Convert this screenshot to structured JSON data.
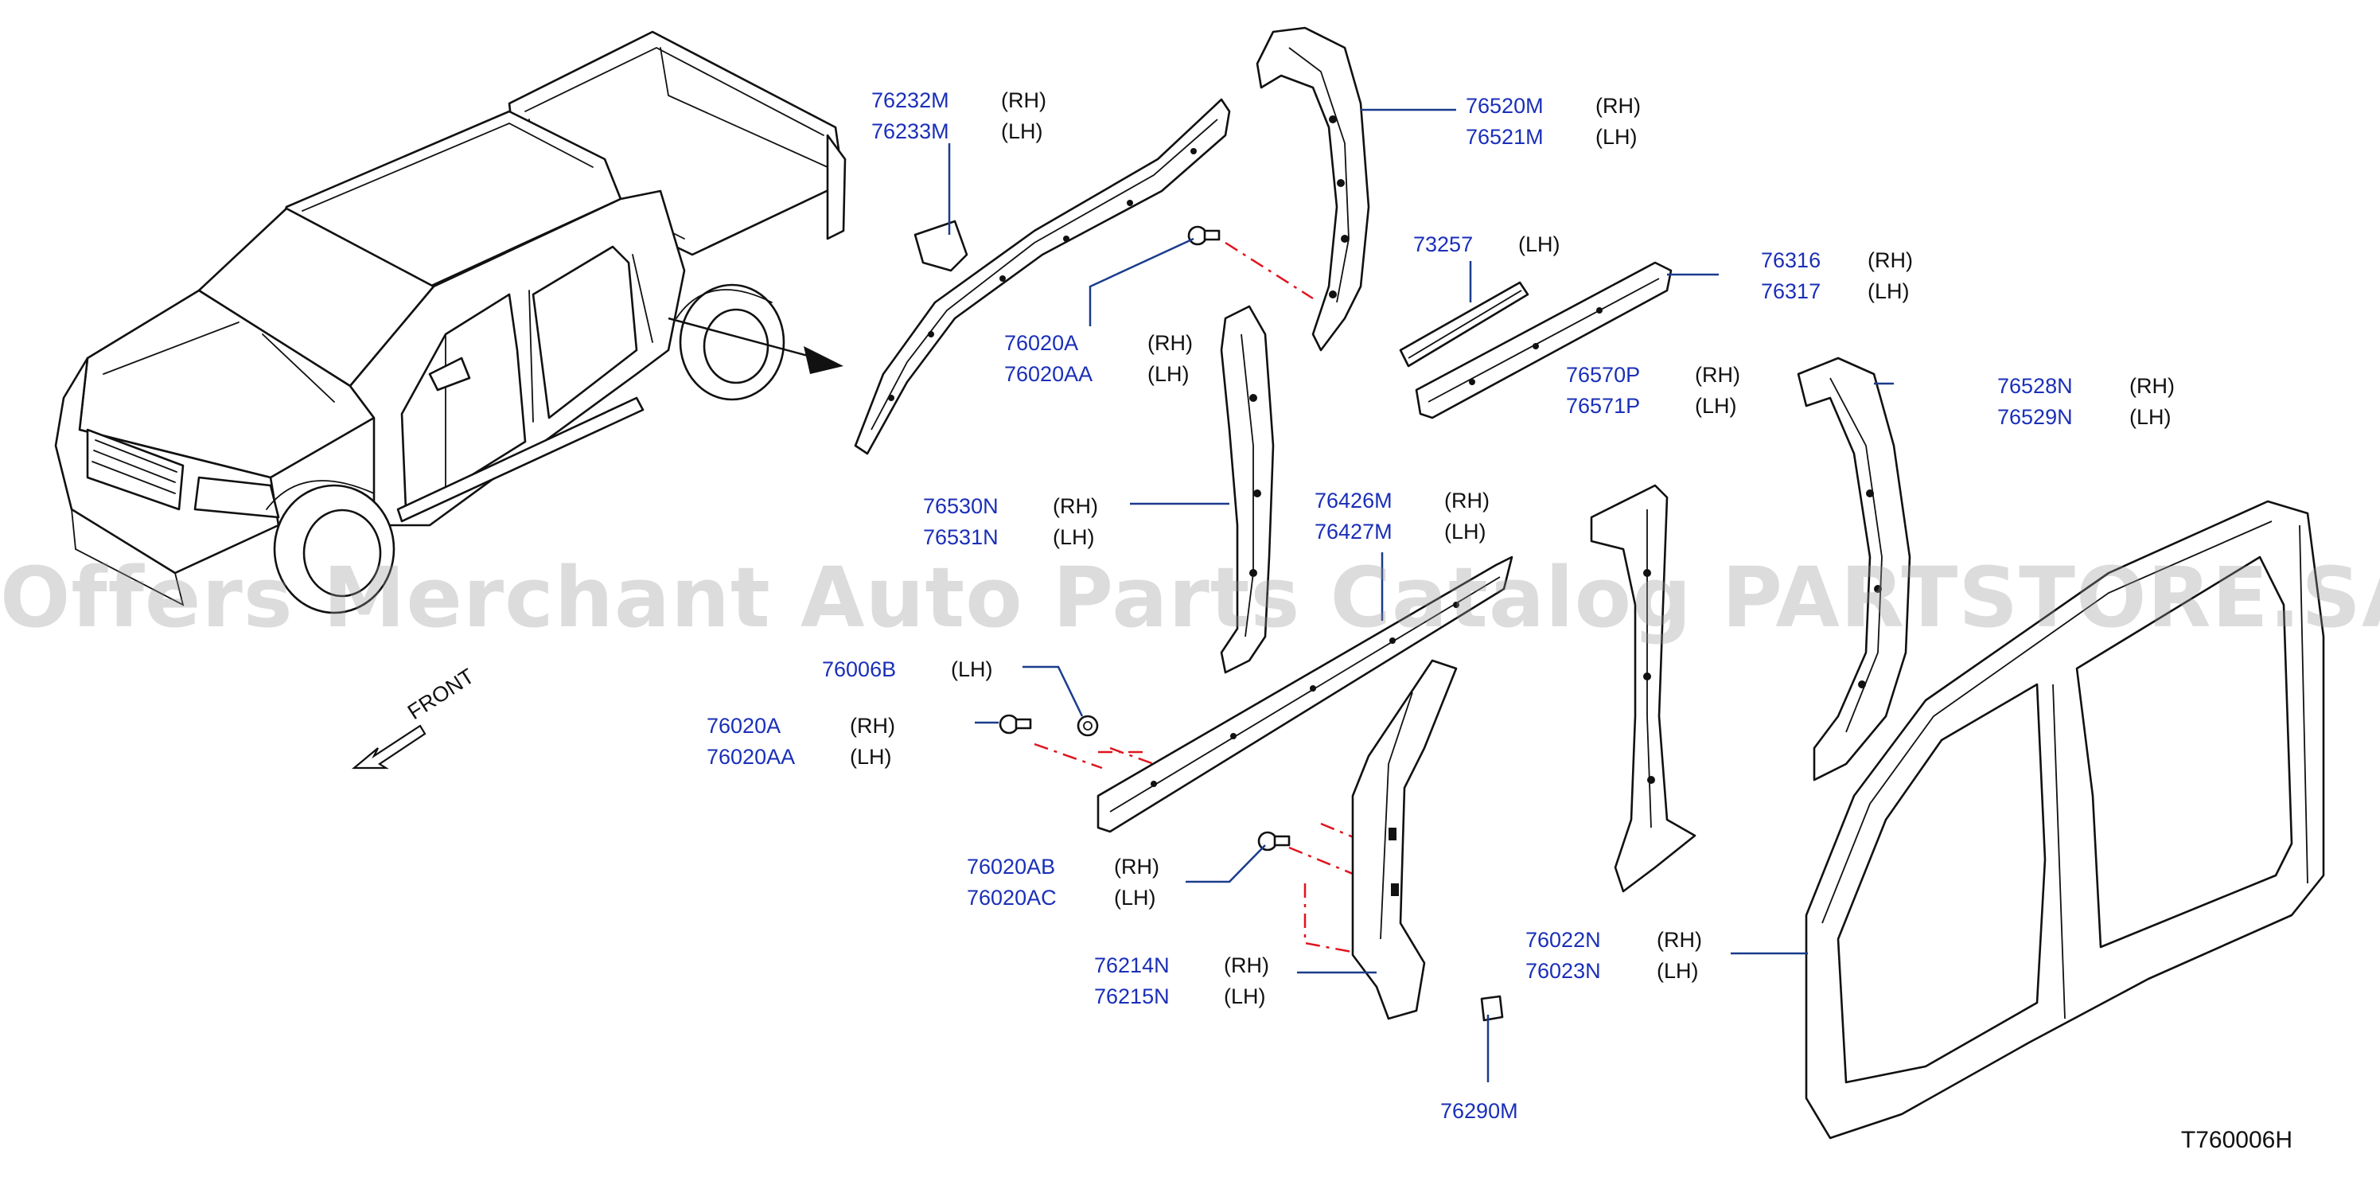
{
  "watermark": "Offers Merchant Auto Parts Catalog PARTSTORE.SA",
  "diagram_ref": "T760006H",
  "front_label": "FRONT",
  "callouts": [
    {
      "id": "c1",
      "num": [
        "76232M",
        "76233M"
      ],
      "side": [
        "(RH)",
        "(LH)"
      ]
    },
    {
      "id": "c2",
      "num": [
        "76520M",
        "76521M"
      ],
      "side": [
        "(RH)",
        "(LH)"
      ]
    },
    {
      "id": "c3",
      "num": [
        "73257"
      ],
      "side": [
        "(LH)"
      ]
    },
    {
      "id": "c4",
      "num": [
        "76316",
        "76317"
      ],
      "side": [
        "(RH)",
        "(LH)"
      ]
    },
    {
      "id": "c5",
      "num": [
        "76020A",
        "76020AA"
      ],
      "side": [
        "(RH)",
        "(LH)"
      ]
    },
    {
      "id": "c6",
      "num": [
        "76570P",
        "76571P"
      ],
      "side": [
        "(RH)",
        "(LH)"
      ]
    },
    {
      "id": "c7",
      "num": [
        "76528N",
        "76529N"
      ],
      "side": [
        "(RH)",
        "(LH)"
      ]
    },
    {
      "id": "c8",
      "num": [
        "76530N",
        "76531N"
      ],
      "side": [
        "(RH)",
        "(LH)"
      ]
    },
    {
      "id": "c9",
      "num": [
        "76426M",
        "76427M"
      ],
      "side": [
        "(RH)",
        "(LH)"
      ]
    },
    {
      "id": "c10",
      "num": [
        "76006B"
      ],
      "side": [
        "(LH)"
      ]
    },
    {
      "id": "c11",
      "num": [
        "76020A",
        "76020AA"
      ],
      "side": [
        "(RH)",
        "(LH)"
      ]
    },
    {
      "id": "c12",
      "num": [
        "76020AB",
        "76020AC"
      ],
      "side": [
        "(RH)",
        "(LH)"
      ]
    },
    {
      "id": "c13",
      "num": [
        "76022N",
        "76023N"
      ],
      "side": [
        "(RH)",
        "(LH)"
      ]
    },
    {
      "id": "c14",
      "num": [
        "76214N",
        "76215N"
      ],
      "side": [
        "(RH)",
        "(LH)"
      ]
    },
    {
      "id": "c15",
      "num": [
        "76290M"
      ],
      "side": []
    }
  ]
}
